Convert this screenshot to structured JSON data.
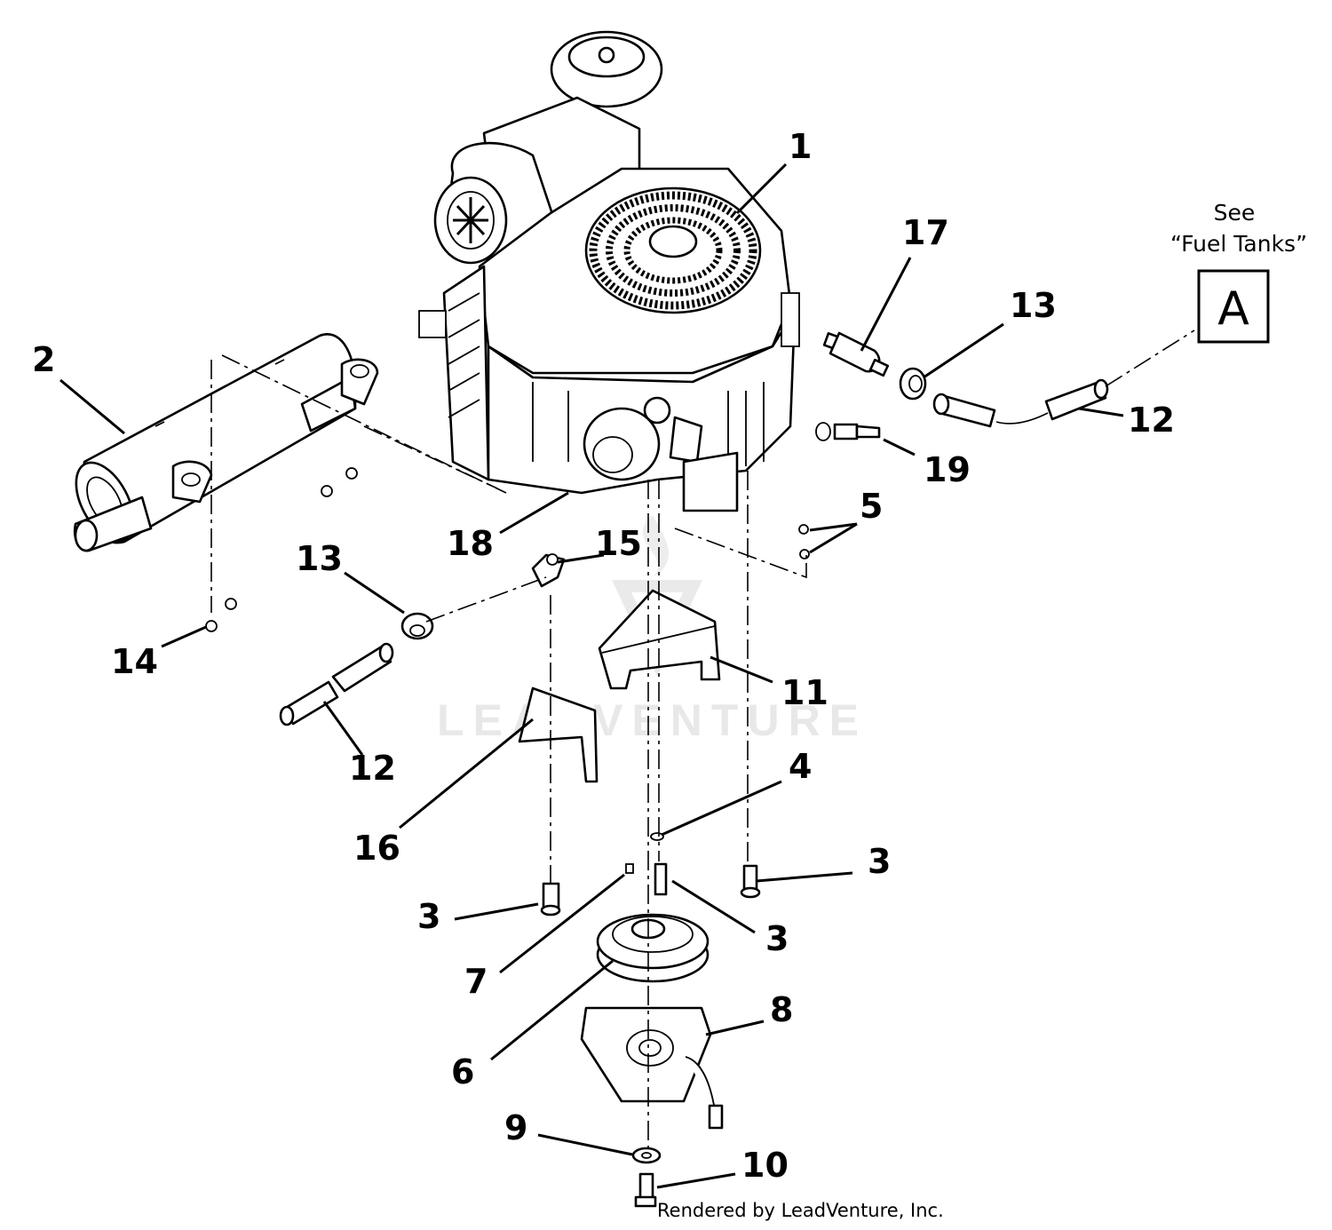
{
  "watermark": "LEADVENTURE",
  "credit": "Rendered by LeadVenture, Inc.",
  "reference": {
    "note_line1": "See",
    "note_line2": "“Fuel Tanks”",
    "box_letter": "A"
  },
  "callouts": {
    "engine": "1",
    "muffler": "2",
    "bolt_left": "3",
    "bolt_center": "3",
    "bolt_right": "3",
    "washer_4": "4",
    "nuts_5": "5",
    "pulley": "6",
    "key": "7",
    "clutch": "8",
    "washer_9": "9",
    "bolt_10": "10",
    "shield": "11",
    "hose_right": "12",
    "hose_left": "12",
    "clamp_right": "13",
    "clamp_left": "13",
    "nut_14": "14",
    "fitting_15": "15",
    "bracket_16": "16",
    "fuel_filter": "17",
    "part_18": "18",
    "fitting_19": "19"
  }
}
